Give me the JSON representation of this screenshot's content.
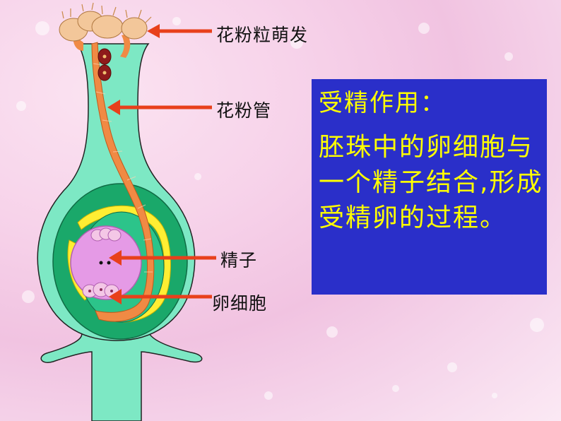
{
  "labels": {
    "pollen_germination": "花粉粒萌发",
    "pollen_tube": "花粉管",
    "sperm": "精子",
    "egg_cell": "卵细胞"
  },
  "info": {
    "title": "受精作用：",
    "body": "胚珠中的卵细胞与一个精子结合,形成受精卵的过程。"
  },
  "colors": {
    "background": "#f5cfe8",
    "pistil": "#7de8c4",
    "ovule_outer": "#1aa86a",
    "integument": "#ffee33",
    "egg": "#e59ae6",
    "pollen_tube": "#f08a44",
    "arrow": "#e8401b",
    "info_box": "#2a2fc9",
    "info_text": "#ffff00"
  }
}
